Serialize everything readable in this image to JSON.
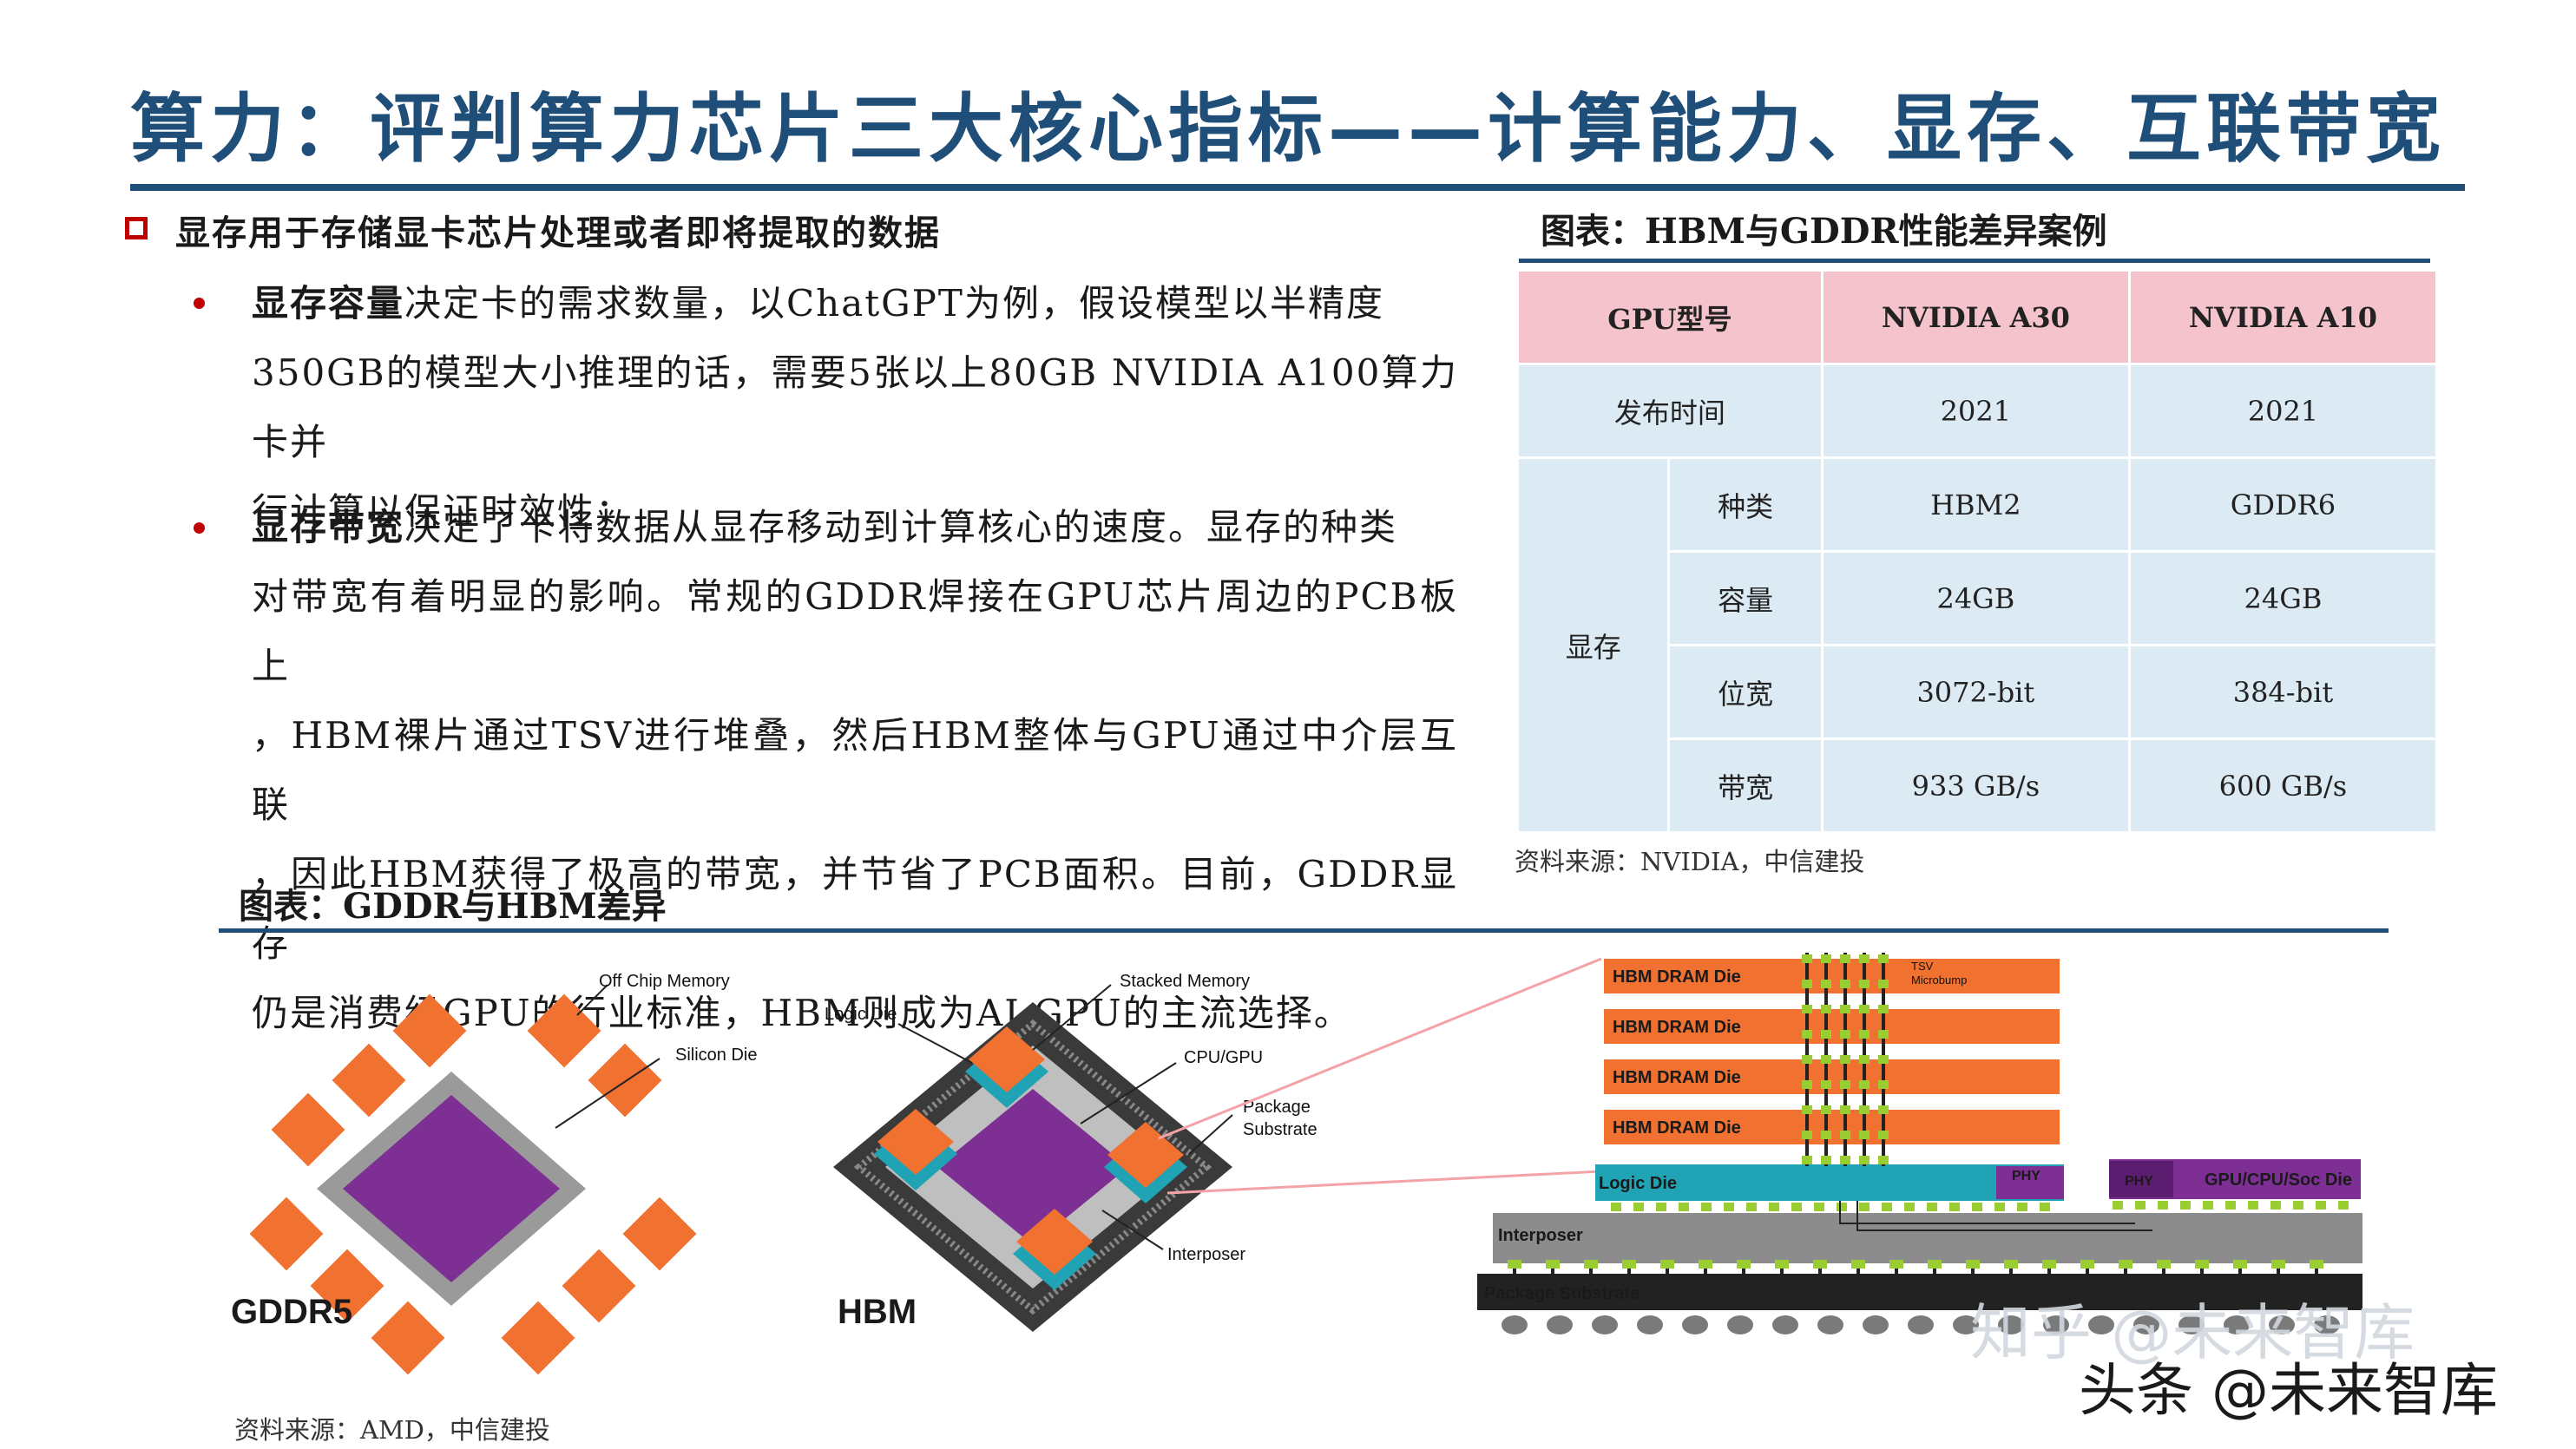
{
  "title": "算力：评判算力芯片三大核心指标——计算能力、显存、互联带宽",
  "lead": "显存用于存储显卡芯片处理或者即将提取的数据",
  "bullets": [
    {
      "keyword": "显存容量",
      "lines": [
        "决定卡的需求数量，以ChatGPT为例，假设模型以半精度",
        "350GB的模型大小推理的话，需要5张以上80GB NVIDIA A100算力卡并",
        "行计算以保证时效性；"
      ]
    },
    {
      "keyword": "显存带宽",
      "lines": [
        "决定了卡将数据从显存移动到计算核心的速度。显存的种类",
        "对带宽有着明显的影响。常规的GDDR焊接在GPU芯片周边的PCB板上",
        "，HBM裸片通过TSV进行堆叠，然后HBM整体与GPU通过中介层互联",
        "，因此HBM获得了极高的带宽，并节省了PCB面积。目前，GDDR显存",
        "仍是消费级GPU的行业标准，HBM则成为AI GPU的主流选择。"
      ]
    }
  ],
  "table": {
    "title": "图表：HBM与GDDR性能差异案例",
    "header": [
      "GPU型号",
      "NVIDIA A30",
      "NVIDIA A10"
    ],
    "release_label": "发布时间",
    "release": [
      "2021",
      "2021"
    ],
    "group_label": "显存",
    "rows": [
      {
        "label": "种类",
        "a30": "HBM2",
        "a10": "GDDR6"
      },
      {
        "label": "容量",
        "a30": "24GB",
        "a10": "24GB"
      },
      {
        "label": "位宽",
        "a30": "3072-bit",
        "a10": "384-bit"
      },
      {
        "label": "带宽",
        "a30": "933 GB/s",
        "a10": "600 GB/s"
      }
    ],
    "source": "资料来源：NVIDIA，中信建投"
  },
  "figure": {
    "title": "图表：GDDR与HBM差异",
    "source": "资料来源：AMD，中信建投",
    "gddr": {
      "label": "GDDR5",
      "off_chip": "Off Chip Memory",
      "silicon": "Silicon Die"
    },
    "hbm": {
      "label": "HBM",
      "logic": "Logic Die",
      "stacked": "Stacked Memory",
      "cpu": "CPU/GPU",
      "package1": "Package",
      "package2": "Substrate",
      "interposer": "Interposer"
    },
    "cross": {
      "dram": "HBM DRAM Die",
      "tsv": "TSV",
      "microbump": "Microbump",
      "logic": "Logic Die",
      "phy": "PHY",
      "gpu": "GPU/CPU/Soc Die",
      "interposer": "Interposer",
      "substrate": "Package Substrate"
    }
  },
  "watermark": {
    "line1": "知乎 @未来智库",
    "line2": "头条 @未来智库"
  },
  "colors": {
    "title": "#1f4e79",
    "bullet": "#c00000",
    "header_fill": "#f4c3cc",
    "cell_fill": "#dcebf3",
    "memory": "#f07130",
    "die": "#7d2f94",
    "logic": "#1fa3b5",
    "bump": "#9acd32"
  }
}
